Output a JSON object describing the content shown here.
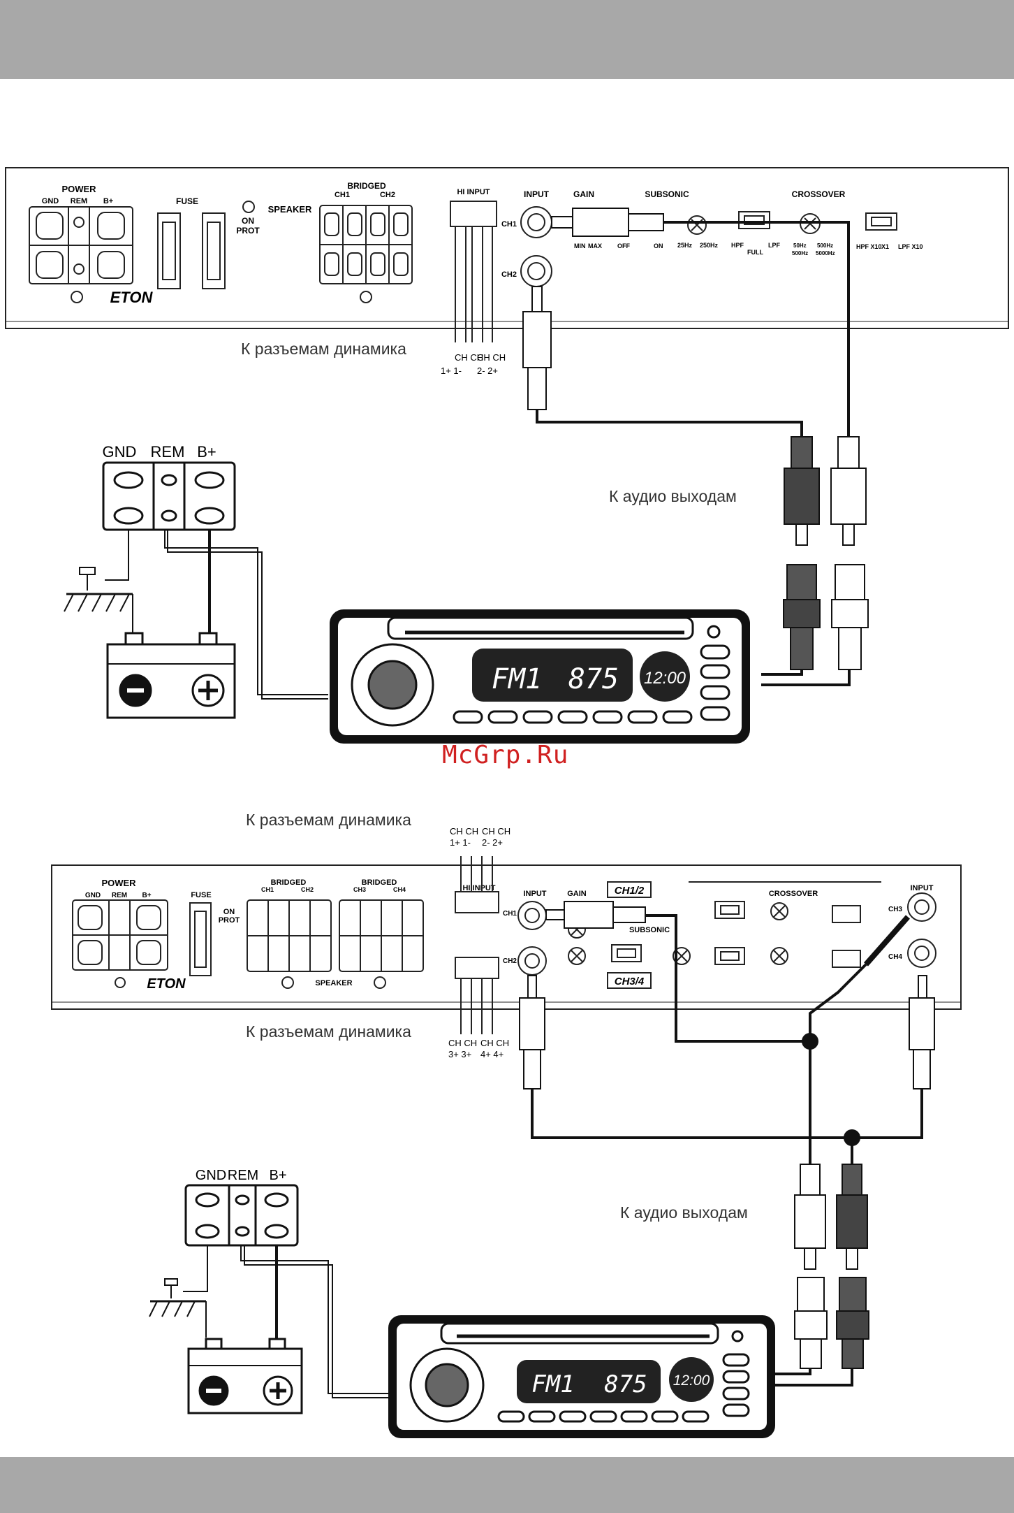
{
  "captions": {
    "speaker_top": "К разъемам динамика",
    "audio_top": "К аудио выходам",
    "speaker_mid": "К разъемам динамика",
    "speaker_low": "К разъемам динамика",
    "audio_bottom": "К аудио выходам"
  },
  "watermark": "McGrp.Ru",
  "amp2ch": {
    "power": "POWER",
    "gnd": "GND",
    "rem": "REM",
    "bplus": "B+",
    "fuse": "FUSE",
    "on": "ON",
    "prot": "PROT",
    "speaker": "SPEAKER",
    "bridged": "BRIDGED",
    "ch1": "CH1",
    "ch2": "CH2",
    "hi_input": "HI INPUT",
    "input": "INPUT",
    "gain": "GAIN",
    "subsonic": "SUBSONIC",
    "crossover": "CROSSOVER",
    "min": "MIN",
    "max": "MAX",
    "off": "OFF",
    "on2": "ON",
    "hz25": "25Hz",
    "hz250": "250Hz",
    "hpf": "HPF",
    "full": "FULL",
    "lpf": "LPF",
    "hz50": "50Hz",
    "hz500a": "500Hz",
    "hz500b": "500Hz",
    "hz5000": "5000Hz",
    "hpf_x10": "HPF X10",
    "x1": "X1",
    "lpf_x10": "LPF X10",
    "brand": "ETON",
    "hi_terms": [
      "CH CH",
      "1+ 1-",
      "CH CH",
      "2- 2+"
    ]
  },
  "amp4ch": {
    "power": "POWER",
    "gnd": "GND",
    "rem": "REM",
    "bplus": "B+",
    "fuse": "FUSE",
    "on": "ON",
    "prot": "PROT",
    "bridged": "BRIDGED",
    "ch1": "CH1",
    "ch2": "CH2",
    "ch3": "CH3",
    "ch4": "CH4",
    "speaker": "SPEAKER",
    "hi_input": "HI INPUT",
    "input": "INPUT",
    "gain": "GAIN",
    "subsonic": "SUBSONIC",
    "crossover": "CROSSOVER",
    "ch12": "CH1/2",
    "ch34": "CH3/4",
    "brand": "ETON",
    "hi_top": [
      "CH CH",
      "1+ 1-",
      "CH CH",
      "2- 2+"
    ],
    "hi_bottom": [
      "CH CH",
      "3+ 3+",
      "CH CH",
      "4+ 4+"
    ]
  },
  "terminal_block": {
    "gnd": "GND",
    "rem": "REM",
    "bplus": "B+"
  },
  "headunit": {
    "band": "FM1",
    "freq": "875",
    "clock": "12:00"
  },
  "colors": {
    "line": "#111111",
    "bar": "#a8a8a8",
    "watermark": "#d02020",
    "display": "#222222"
  }
}
